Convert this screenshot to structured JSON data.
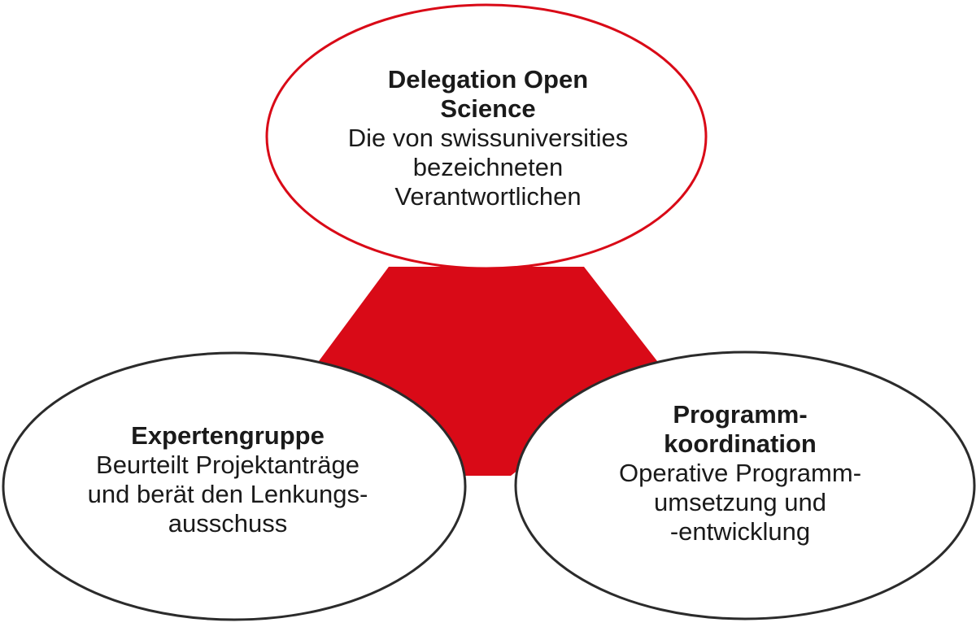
{
  "colors": {
    "accent_red": "#d90a17",
    "outline_dark": "#2b2b2b",
    "text": "#1a1a1a",
    "background": "#ffffff"
  },
  "nodes": {
    "top": {
      "title": "Delegation Open\nScience",
      "description": "Die von swissuniversities\nbezeichneten\nVerantwortlichen"
    },
    "left": {
      "title": "Expertengruppe",
      "description": "Beurteilt Projektanträge\nund berät den Lenkungs-\nausschuss"
    },
    "right": {
      "title": "Programm-\nkoordination",
      "description": "Operative Programm-\numsetzung und\n-entwicklung"
    }
  }
}
